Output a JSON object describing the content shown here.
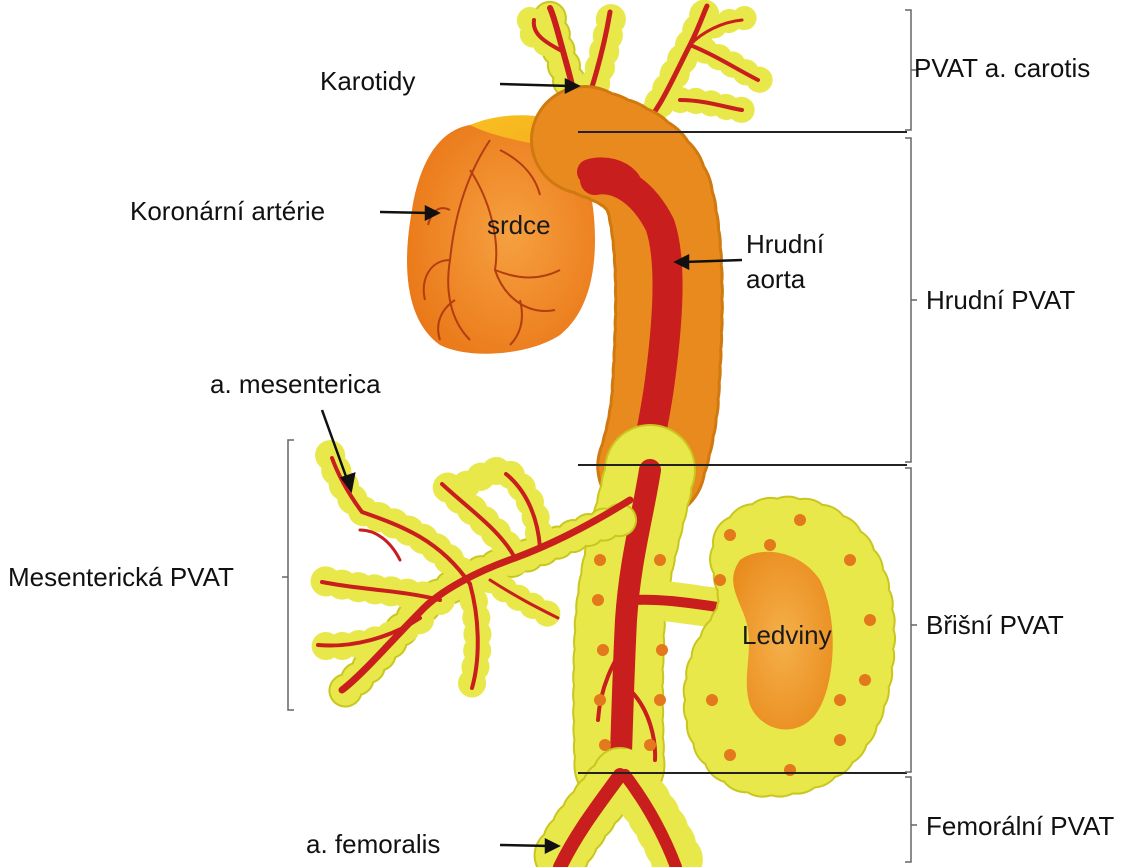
{
  "labels": {
    "karotidy": "Karotidy",
    "koronarni": "Koronární artérie",
    "hrudni_aorta_1": "Hrudní",
    "hrudni_aorta_2": "aorta",
    "mesenterica": "a. mesenterica",
    "femoralis": "a.  femoralis"
  },
  "organs": {
    "srdce": "srdce",
    "ledviny": "Ledviny"
  },
  "regions": {
    "carotis": "PVAT a. carotis",
    "hrudni": "Hrudní PVAT",
    "brisni": "Břišní PVAT",
    "femoralni": "Femorální PVAT",
    "mesentericka": "Mesenterická PVAT"
  },
  "colors": {
    "adipocyte": "#e8e84a",
    "adipocyte_edge": "#b3ad20",
    "artery": "#c81e1e",
    "heart": "#f08a28",
    "thoracic_fat": "#e98a1e",
    "kidney": "#f3a235"
  }
}
